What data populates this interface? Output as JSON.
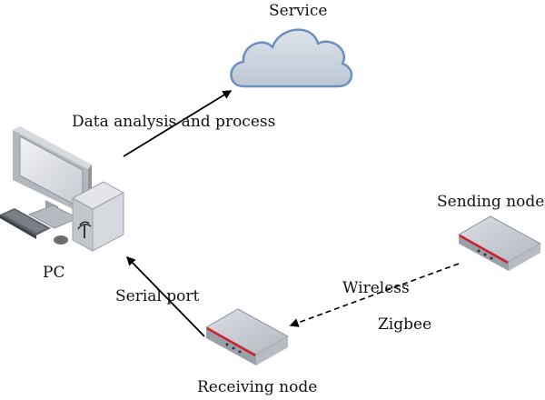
{
  "labels": {
    "service": "Service",
    "data_analysis": "Data analysis and process",
    "pc": "PC",
    "serial_port": "Serial port",
    "sending_node": "Sending node",
    "wireless": "Wireless",
    "zigbee": "Zigbee",
    "receiving_node": "Receiving node"
  },
  "colors": {
    "cloud_fill": "#c9d3df",
    "cloud_stroke": "#6a8fc0",
    "node_top": "#cdd1d8",
    "node_accent": "#d0202a",
    "arrow": "#000000"
  },
  "icons": {
    "service": "cloud-icon",
    "pc": "desktop-computer-icon",
    "sending_node": "router-icon",
    "receiving_node": "router-icon"
  },
  "connections": [
    {
      "from": "pc",
      "to": "service",
      "style": "solid"
    },
    {
      "from": "receiving_node",
      "to": "pc",
      "style": "solid"
    },
    {
      "from": "sending_node",
      "to": "receiving_node",
      "style": "dashed"
    }
  ]
}
